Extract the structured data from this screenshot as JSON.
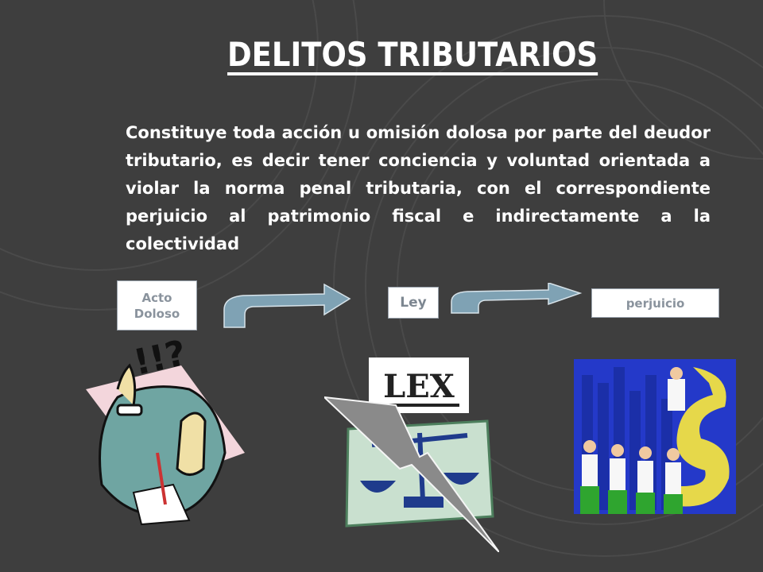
{
  "slide": {
    "title": "DELITOS TRIBUTARIOS",
    "definition": "Constituye toda acción u omisión dolosa por parte del deudor tributario,  es decir tener conciencia y voluntad orientada a violar la norma penal tributaria, con el correspondiente perjuicio al patrimonio fiscal e indirectamente a la colectividad"
  },
  "flow": {
    "box1": "Acto Doloso",
    "box2": "Ley",
    "box3": "perjuicio"
  },
  "images": {
    "lex_label": "LEX",
    "shock_marks": "!!?"
  },
  "colors": {
    "background": "#3e3e3e",
    "arrow": "#7fa2b4",
    "text": "#ffffff"
  }
}
